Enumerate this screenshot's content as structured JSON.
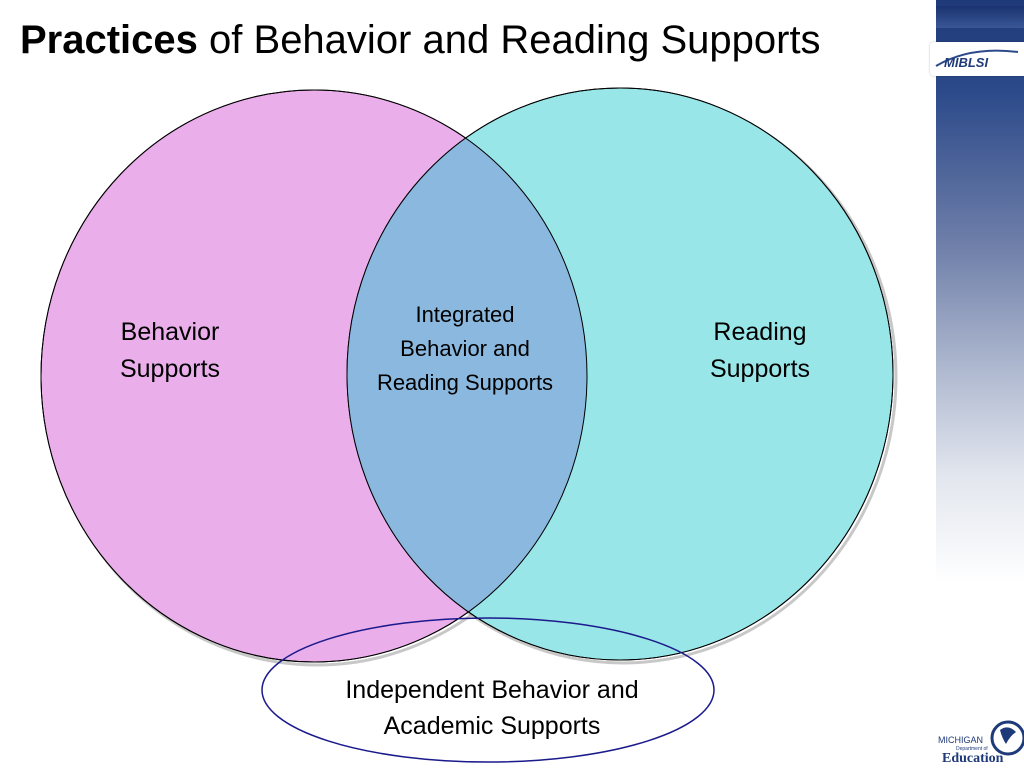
{
  "slide": {
    "title_bold": "Practices",
    "title_rest": " of Behavior and Reading Supports"
  },
  "venn": {
    "left_label": "Behavior\nSupports",
    "right_label": "Reading\nSupports",
    "overlap_label": "Integrated\nBehavior and\nReading Supports",
    "bottom_label": "Independent Behavior and\nAcademic Supports"
  },
  "colors": {
    "left_fill": "#eaaeea",
    "right_fill": "#99e6e8",
    "overlap_fill": "#8ab8de",
    "bottom_outline": "#1a1a8c",
    "sidebar_dark": "#1f3a78"
  },
  "logos": {
    "top_badge_text": "MIBLSI",
    "bottom_logo_line1": "MICHIGAN",
    "bottom_logo_line2": "Department of",
    "bottom_logo_line3": "Education"
  }
}
